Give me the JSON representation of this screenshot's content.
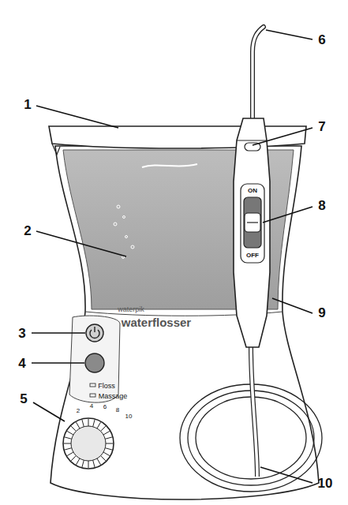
{
  "diagram": {
    "labels": [
      "1",
      "2",
      "3",
      "4",
      "5",
      "6",
      "7",
      "8",
      "9",
      "10",
      "ON",
      "OFF",
      "waterpik",
      "waterflosser",
      "Floss",
      "Massage",
      "2",
      "4",
      "6",
      "8",
      "10"
    ]
  }
}
